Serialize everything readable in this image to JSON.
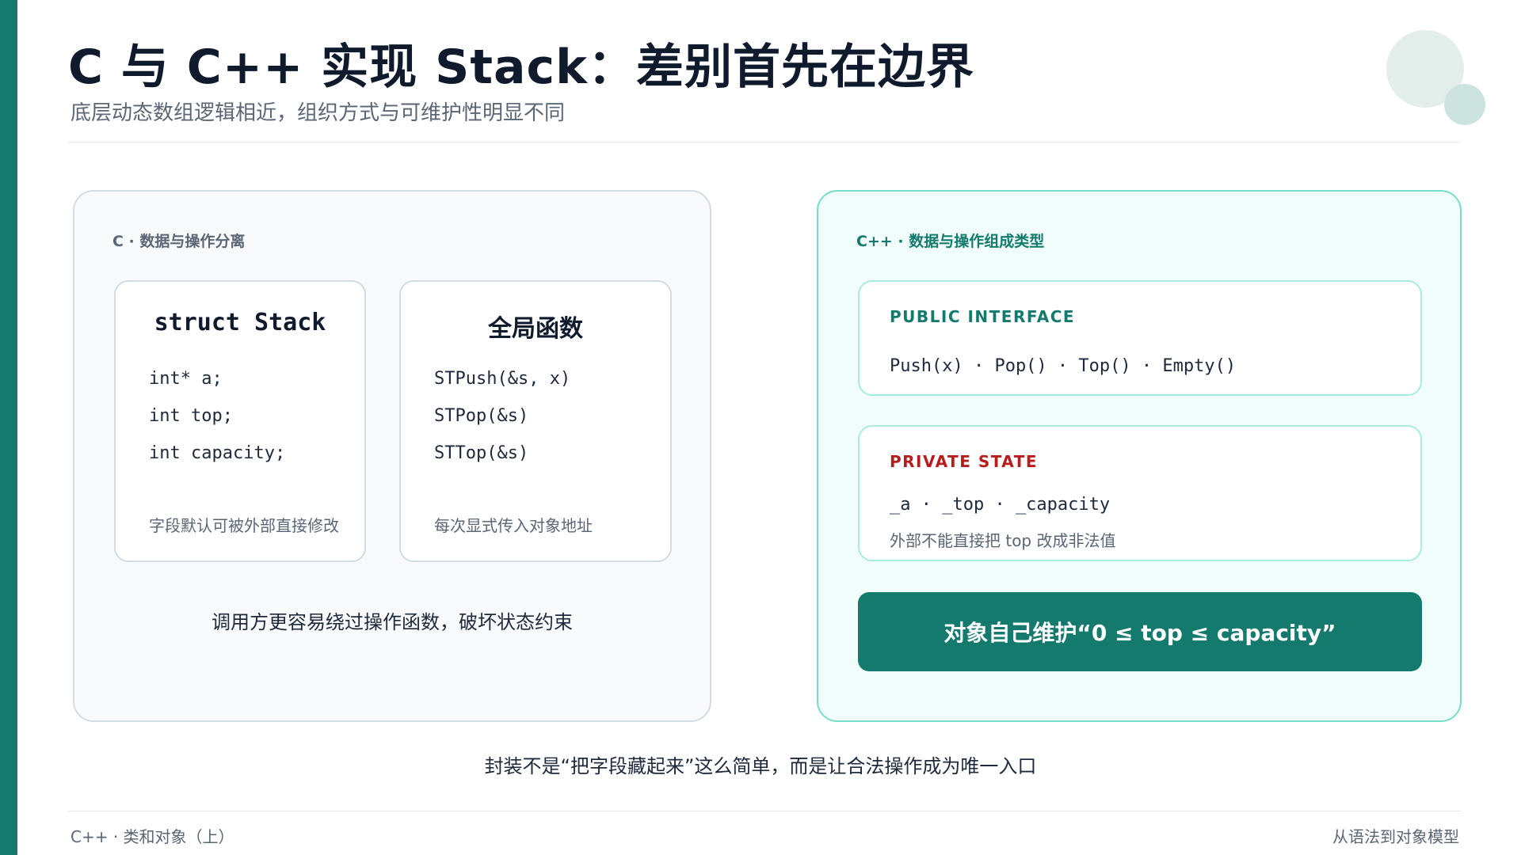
{
  "header": {
    "title": "C 与 C++ 实现 Stack：差别首先在边界",
    "subtitle": "底层动态数组逻辑相近，组织方式与可维护性明显不同"
  },
  "c_panel": {
    "label": "C · 数据与操作分离",
    "struct_card": {
      "heading": "struct Stack",
      "lines": [
        "int* a;",
        "int top;",
        "int capacity;"
      ],
      "note": "字段默认可被外部直接修改"
    },
    "funcs_card": {
      "heading": "全局函数",
      "lines": [
        "STPush(&s, x)",
        "STPop(&s)",
        "STTop(&s)"
      ],
      "note": "每次显式传入对象地址"
    },
    "bottom_note": "调用方更容易绕过操作函数，破坏状态约束"
  },
  "cpp_panel": {
    "label": "C++ · 数据与操作组成类型",
    "public_card": {
      "label": "PUBLIC INTERFACE",
      "code": "Push(x) · Pop() · Top() · Empty()"
    },
    "private_card": {
      "label": "PRIVATE STATE",
      "code": "_a · _top · _capacity",
      "note": "外部不能直接把 top 改成非法值"
    },
    "invariant": "对象自己维护“0 ≤ top ≤ capacity”"
  },
  "conclusion": "封装不是“把字段藏起来”这么简单，而是让合法操作成为唯一入口",
  "footer": {
    "left": "C++ · 类和对象（上）",
    "right": "从语法到对象模型"
  },
  "colors": {
    "accent": "#137a6d",
    "private": "#b91c1c",
    "muted": "#5b6675"
  }
}
